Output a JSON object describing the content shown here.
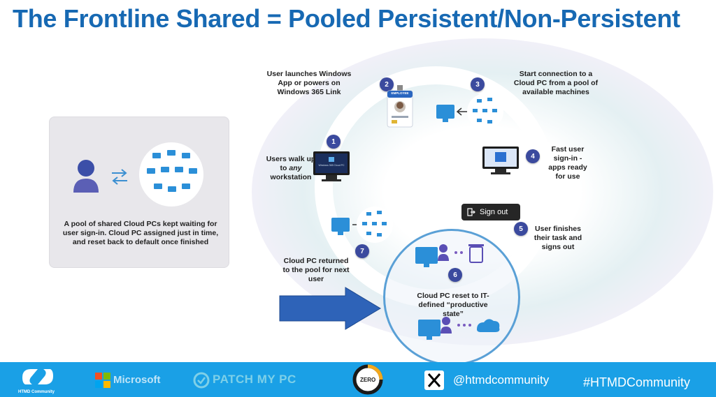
{
  "title": "The Frontline Shared = Pooled Persistent/Non-Persistent",
  "pool_card": {
    "description": "A pool of shared Cloud PCs kept waiting for user sign-in. Cloud PC assigned just in time, and reset back to default once finished"
  },
  "steps": [
    {
      "number": "1",
      "text_parts": [
        "Users walk up to ",
        "any",
        " workstation"
      ],
      "screen_label": "Windows 365 Cloud PC"
    },
    {
      "number": "2",
      "text": "User launches Windows App or powers on Windows 365 Link",
      "badge_label": "EMPLOYEE"
    },
    {
      "number": "3",
      "text": "Start connection to a Cloud PC from a pool of available machines"
    },
    {
      "number": "4",
      "text": "Fast user sign-in - apps ready for use"
    },
    {
      "number": "5",
      "text": "User finishes their task and signs out",
      "button_label": "Sign out"
    },
    {
      "number": "6",
      "text": "Cloud PC reset to IT-defined “productive state”"
    },
    {
      "number": "7",
      "text": "Cloud PC returned to the pool for next user"
    }
  ],
  "footer": {
    "community": "HTMD Community",
    "sponsor1": "Microsoft",
    "sponsor2": "PATCH MY PC",
    "sponsor3": "ZERO",
    "handle": "@htmdcommunity",
    "hashtag": "#HTMDCommunity"
  },
  "colors": {
    "title": "#1769b3",
    "badge": "#3b4a9e",
    "footer": "#1aa0e6",
    "arrow": "#2e63b8",
    "reset_ring": "#5aa0d6"
  }
}
